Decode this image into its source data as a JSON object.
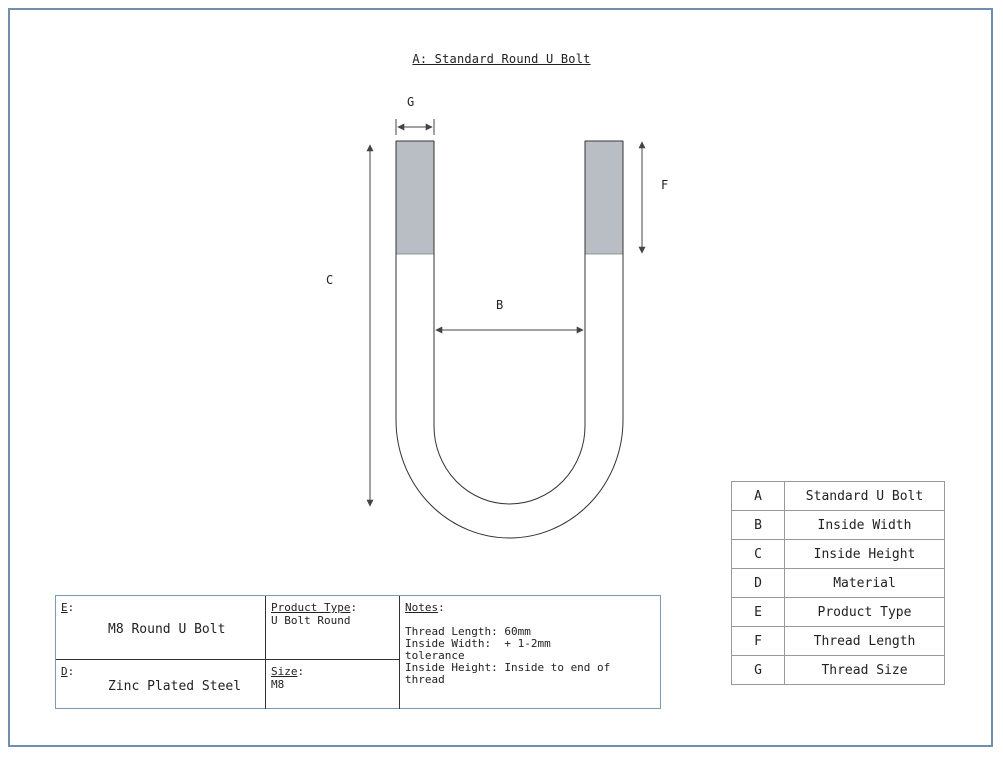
{
  "title": "A: Standard Round U Bolt",
  "dimension_labels": {
    "g": "G",
    "f": "F",
    "c": "C",
    "b": "B"
  },
  "title_block": {
    "e_key": "E",
    "e_sep": ":",
    "e_value": "M8 Round U Bolt",
    "d_key": "D",
    "d_sep": ":",
    "d_value": "Zinc Plated Steel",
    "product_type_label": "Product Type",
    "product_type_sep": ":",
    "product_type_value": "U Bolt Round",
    "size_label": "Size",
    "size_sep": ":",
    "size_value": "M8",
    "notes_label": "Notes",
    "notes_sep": ":",
    "notes_body": "Thread Length: 60mm\nInside Width:  + 1-2mm\ntolerance\nInside Height: Inside to end of\nthread"
  },
  "legend": [
    {
      "key": "A",
      "value": "Standard U Bolt"
    },
    {
      "key": "B",
      "value": "Inside Width"
    },
    {
      "key": "C",
      "value": "Inside Height"
    },
    {
      "key": "D",
      "value": "Material"
    },
    {
      "key": "E",
      "value": "Product Type"
    },
    {
      "key": "F",
      "value": "Thread Length"
    },
    {
      "key": "G",
      "value": "Thread Size"
    }
  ],
  "colors": {
    "frame": "#6f8fae",
    "thread": "#b9bec4",
    "line": "#333333"
  }
}
